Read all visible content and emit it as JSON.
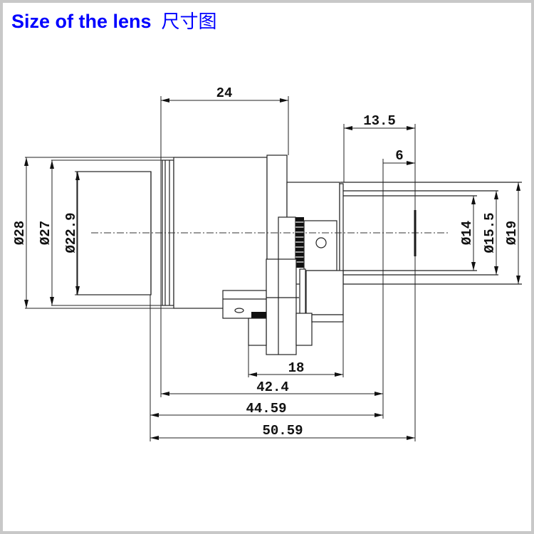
{
  "title": {
    "en": "Size of the lens",
    "cn": "尺寸图"
  },
  "dimensions": {
    "overall_top": "24",
    "rear_13_5": "13.5",
    "rear_6": "6",
    "dia_28": "Ø28",
    "dia_27": "Ø27",
    "dia_22_9": "Ø22.9",
    "dia_14": "Ø14",
    "dia_15_5": "Ø15.5",
    "dia_19": "Ø19",
    "bottom_18": "18",
    "bottom_42_4": "42.4",
    "bottom_44_59": "44.59",
    "bottom_50_59": "50.59"
  },
  "colors": {
    "title": "#0000ff",
    "frame": "#c8c8c8"
  }
}
